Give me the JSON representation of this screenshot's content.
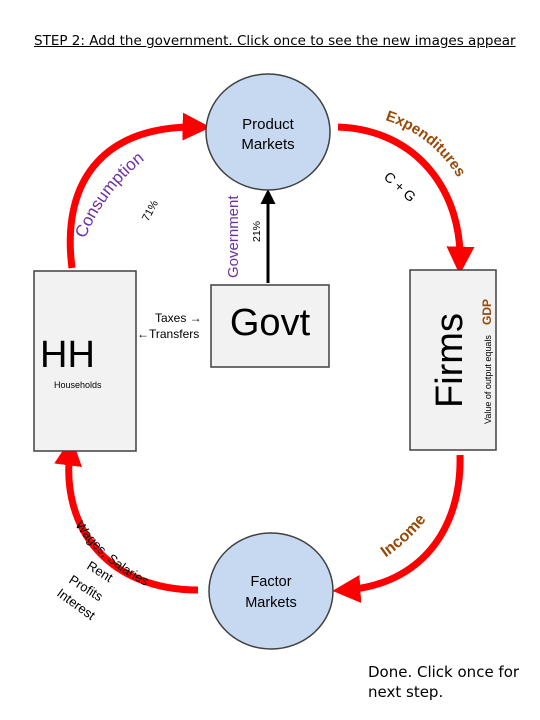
{
  "title": "STEP 2: Add the government. Click once to see the new images appear",
  "nodes": {
    "product_markets": "Product\nMarkets",
    "factor_markets": "Factor\nMarkets",
    "hh": "HH",
    "households": "Households",
    "firms": "Firms",
    "govt": "Govt"
  },
  "flows": {
    "consumption": "Consumption",
    "consumption_pct": "71%",
    "government": "Government",
    "government_pct": "21%",
    "expenditures": "Expenditures",
    "c_plus_g": "C + G",
    "taxes": "Taxes →",
    "transfers": "←Transfers",
    "income": "Income",
    "wages": "Wages, Salaries",
    "rent": "Rent",
    "profits": "Profits",
    "interest": "Interest",
    "value_of_output": "Value of output equals",
    "gdp": "GDP"
  },
  "done_text": "Done. Click once for next step.",
  "colors": {
    "arrow_red": "#ff0000",
    "node_fill_blue": "#c6d9f1",
    "box_fill_gray": "#f2f2f2",
    "label_purple": "#7030a0",
    "label_brown": "#984807"
  }
}
